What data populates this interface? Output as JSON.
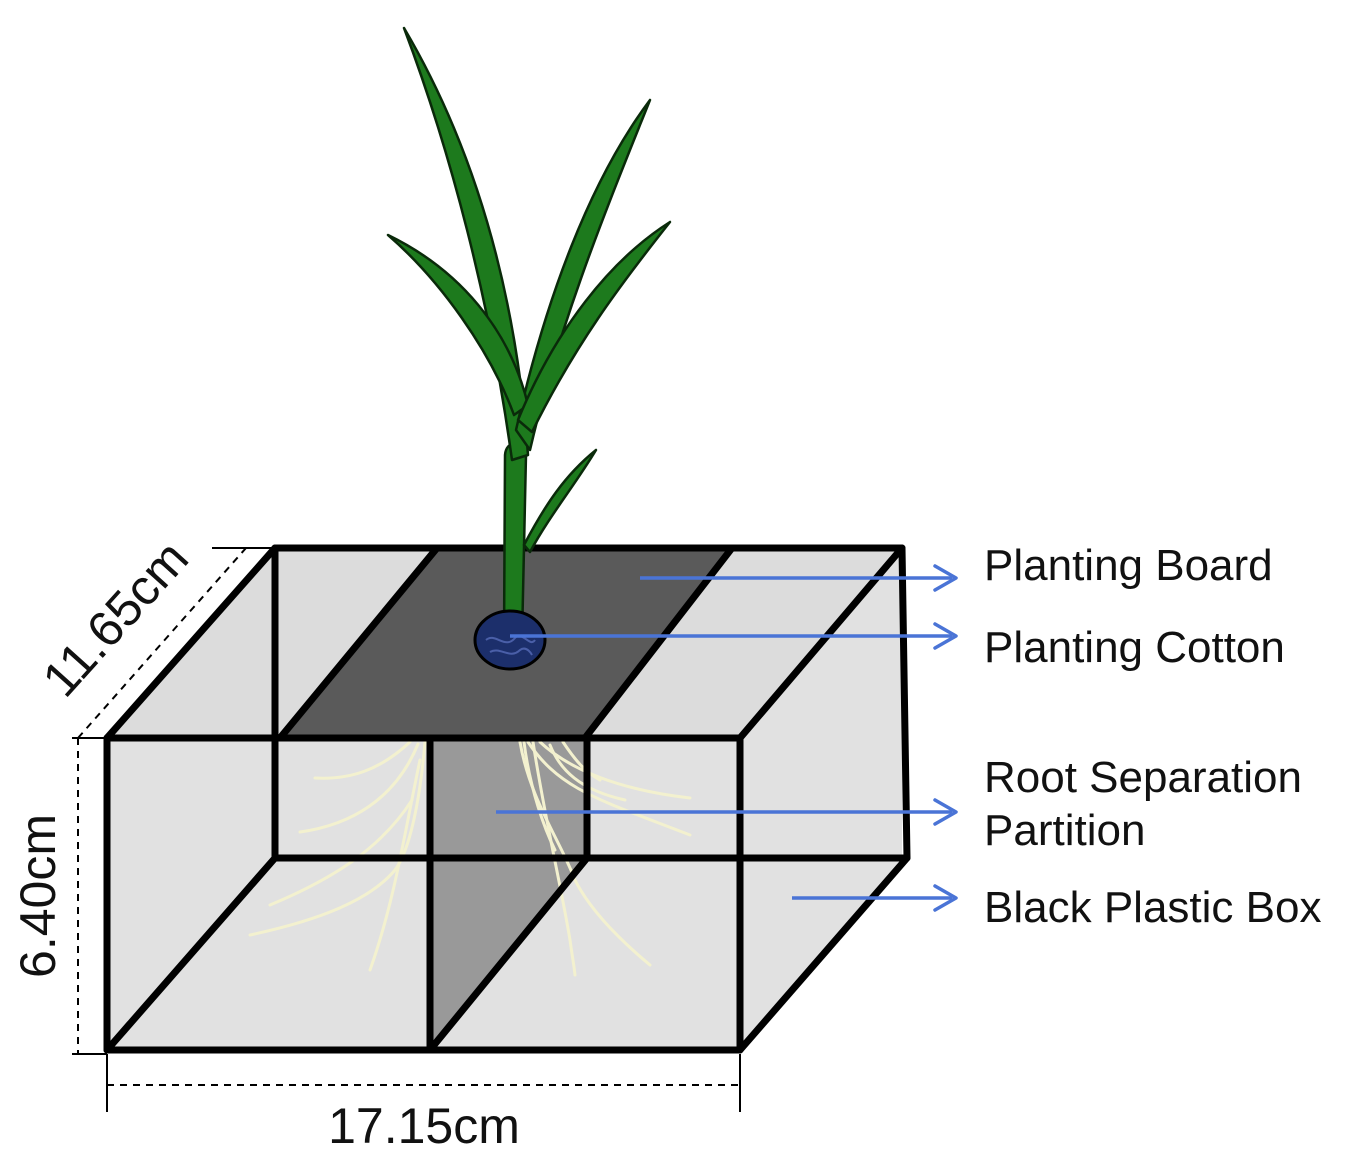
{
  "labels": {
    "planting_board": "Planting Board",
    "planting_cotton": "Planting Cotton",
    "root_separation_line1": "Root Separation",
    "root_separation_line2": "Partition",
    "black_plastic_box": "Black Plastic Box"
  },
  "dimensions": {
    "depth": "11.65cm",
    "height": "6.40cm",
    "width": "17.15cm"
  },
  "colors": {
    "box_face": "#e1e1e1",
    "planting_board": "#5a5a5a",
    "partition": "#999999",
    "plant": "#1d7a1d",
    "cotton": "#1c2f6b",
    "roots": "#f3f1cf",
    "arrows": "#4a74d6"
  }
}
